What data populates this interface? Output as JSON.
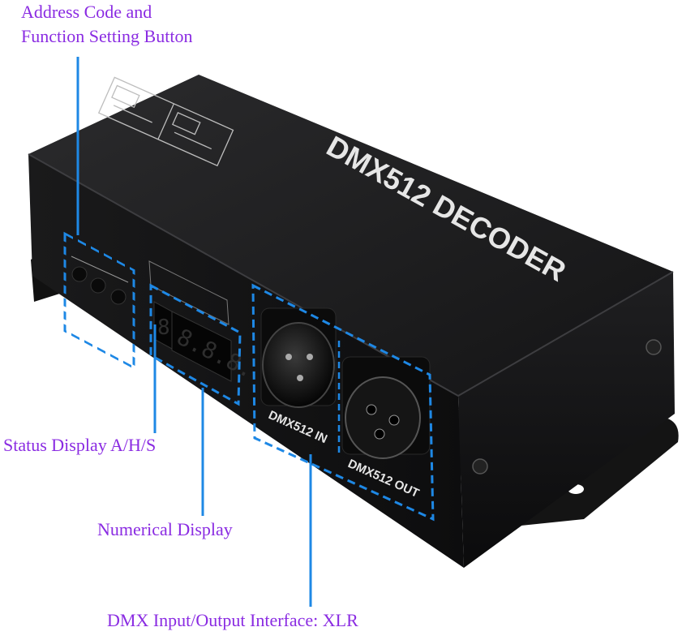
{
  "callouts": {
    "address_line1": "Address Code and",
    "address_line2": "Function Setting Button",
    "status_display": "Status Display A/H/S",
    "numerical_display": "Numerical Display",
    "dmx_interface": "DMX Input/Output Interface: XLR"
  },
  "device": {
    "title": "DMX512 DECODER",
    "port_in_label": "DMX512 IN",
    "port_out_label": "DMX512 OUT",
    "display_digits": "8.8.8.",
    "status_digit": "8"
  },
  "colors": {
    "callout_text": "#8a2be2",
    "leader_line": "#1e88e5",
    "casing": "#1c1c1e"
  }
}
